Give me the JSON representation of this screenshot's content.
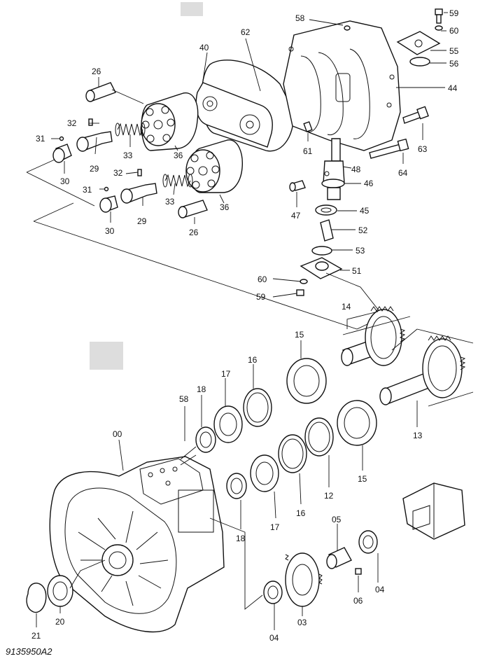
{
  "diagram": {
    "caption": "9135950A2",
    "labels": {
      "p00": "00",
      "p03": "03",
      "p04a": "04",
      "p04b": "04",
      "p05": "05",
      "p06": "06",
      "p12": "12",
      "p13": "13",
      "p14": "14",
      "p15a": "15",
      "p15b": "15",
      "p16a": "16",
      "p16b": "16",
      "p17a": "17",
      "p17b": "17",
      "p18a": "18",
      "p18b": "18",
      "p20": "20",
      "p21": "21",
      "p26a": "26",
      "p26b": "26",
      "p29a": "29",
      "p29b": "29",
      "p30a": "30",
      "p30b": "30",
      "p31a": "31",
      "p31b": "31",
      "p32a": "32",
      "p32b": "32",
      "p33a": "33",
      "p33b": "33",
      "p36a": "36",
      "p36b": "36",
      "p40": "40",
      "p44": "44",
      "p45": "45",
      "p46": "46",
      "p47": "47",
      "p48": "48",
      "p51": "51",
      "p52": "52",
      "p53": "53",
      "p55": "55",
      "p56": "56",
      "p58a": "58",
      "p58b": "58",
      "p59a": "59",
      "p59b": "59",
      "p60a": "60",
      "p60b": "60",
      "p61": "61",
      "p62": "62",
      "p63": "63",
      "p64": "64"
    }
  }
}
